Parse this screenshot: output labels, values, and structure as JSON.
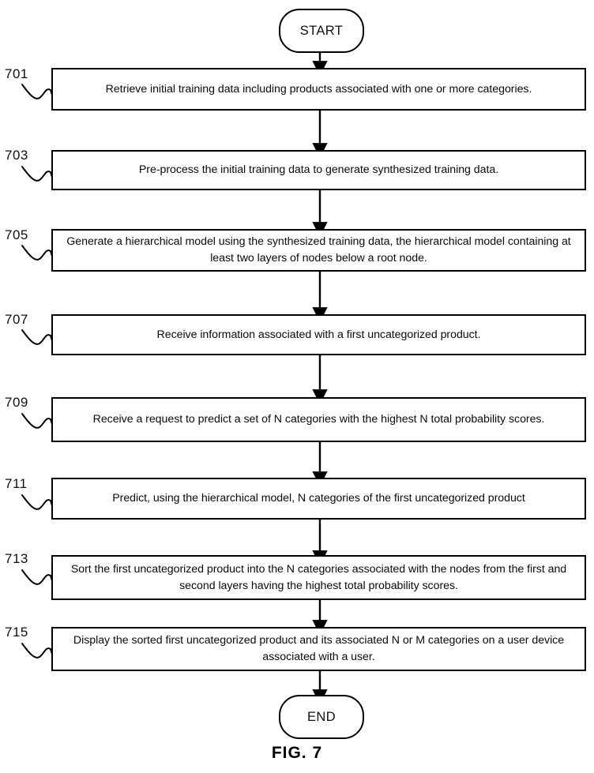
{
  "figure": {
    "caption": "FIG. 7",
    "start_label": "START",
    "end_label": "END"
  },
  "chart_data": {
    "type": "flowchart",
    "title": "FIG. 7",
    "orientation": "top-to-bottom",
    "nodes": [
      {
        "id": "start",
        "type": "terminator",
        "label": "START"
      },
      {
        "id": "701",
        "type": "process",
        "ref": "701",
        "label": "Retrieve initial training data including products associated with one or more categories."
      },
      {
        "id": "703",
        "type": "process",
        "ref": "703",
        "label": "Pre-process the initial training data to generate synthesized training data."
      },
      {
        "id": "705",
        "type": "process",
        "ref": "705",
        "label": "Generate a hierarchical model using the synthesized training data, the hierarchical model containing at least two layers of nodes below a root node."
      },
      {
        "id": "707",
        "type": "process",
        "ref": "707",
        "label": "Receive information associated with a first uncategorized product."
      },
      {
        "id": "709",
        "type": "process",
        "ref": "709",
        "label": "Receive a request to predict a set of N categories with the highest N total probability scores."
      },
      {
        "id": "711",
        "type": "process",
        "ref": "711",
        "label": "Predict, using the hierarchical model, N categories of the first uncategorized product"
      },
      {
        "id": "713",
        "type": "process",
        "ref": "713",
        "label": "Sort the first uncategorized product into the N categories associated with the nodes from the first and second layers having the highest total probability scores."
      },
      {
        "id": "715",
        "type": "process",
        "ref": "715",
        "label": "Display the sorted first uncategorized product and its associated N or M categories on a user device associated with a user."
      },
      {
        "id": "end",
        "type": "terminator",
        "label": "END"
      }
    ],
    "edges": [
      {
        "from": "start",
        "to": "701"
      },
      {
        "from": "701",
        "to": "703"
      },
      {
        "from": "703",
        "to": "705"
      },
      {
        "from": "705",
        "to": "707"
      },
      {
        "from": "707",
        "to": "709"
      },
      {
        "from": "709",
        "to": "711"
      },
      {
        "from": "711",
        "to": "713"
      },
      {
        "from": "713",
        "to": "715"
      },
      {
        "from": "715",
        "to": "end"
      }
    ]
  },
  "steps": {
    "s701": {
      "ref": "701",
      "text": "Retrieve initial training data including products associated with one or more categories."
    },
    "s703": {
      "ref": "703",
      "text": "Pre-process the initial training data to generate synthesized training data."
    },
    "s705": {
      "ref": "705",
      "text": "Generate a hierarchical model using the synthesized training data, the hierarchical model containing at least two layers of nodes below a root node."
    },
    "s707": {
      "ref": "707",
      "text": "Receive information associated with a first uncategorized product."
    },
    "s709": {
      "ref": "709",
      "text": "Receive a request to predict a set of N categories with the highest N total probability scores."
    },
    "s711": {
      "ref": "711",
      "text": "Predict, using the hierarchical model, N categories of the first uncategorized product"
    },
    "s713": {
      "ref": "713",
      "text": "Sort the first uncategorized product into the N categories associated with the nodes from the first and second layers having the highest total probability scores."
    },
    "s715": {
      "ref": "715",
      "text": "Display the sorted first uncategorized product and its associated N or M categories on a user device associated with a user."
    }
  },
  "colors": {
    "ink": "#000000",
    "paper": "#ffffff"
  }
}
